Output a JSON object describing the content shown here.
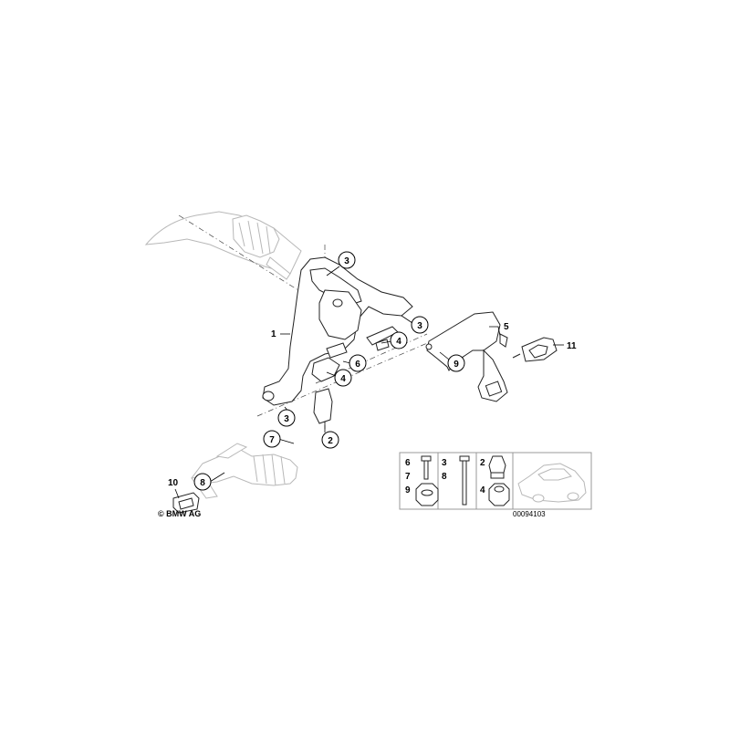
{
  "copyright": "© BMW AG",
  "diagram_number": "00094103",
  "callouts": {
    "c3_top": "3",
    "c3_right": "3",
    "c4_right": "4",
    "c6": "6",
    "c4_left": "4",
    "c9": "9",
    "c3_left": "3",
    "c7": "7",
    "c2": "2",
    "c8": "8"
  },
  "labels": {
    "l1": "1",
    "l5": "5",
    "l11": "11",
    "l10": "10"
  },
  "legend": {
    "col1": [
      "6",
      "7",
      "9"
    ],
    "col2": [
      "3",
      "8"
    ],
    "col3": [
      "2",
      "4"
    ]
  }
}
